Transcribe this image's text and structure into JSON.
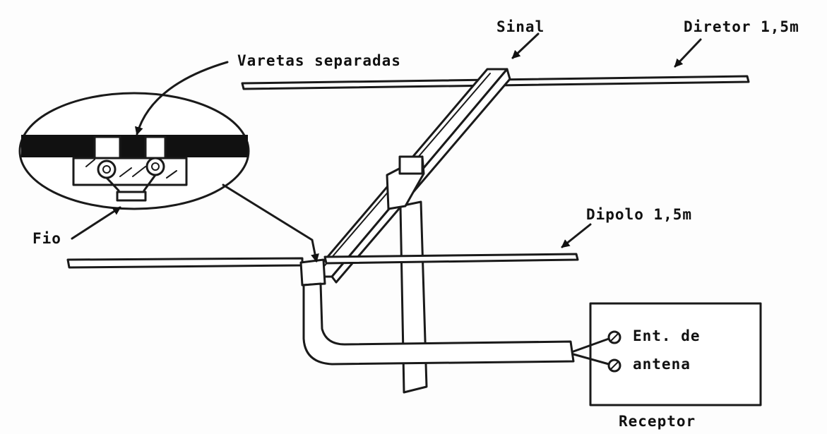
{
  "labels": {
    "signal": "Sinal",
    "director": "Diretor 1,5m",
    "separated_rods": "Varetas separadas",
    "wire": "Fio",
    "dipole": "Dipolo 1,5m",
    "antenna_input_line1": "Ent. de",
    "antenna_input_line2": "antena",
    "receiver": "Receptor"
  }
}
